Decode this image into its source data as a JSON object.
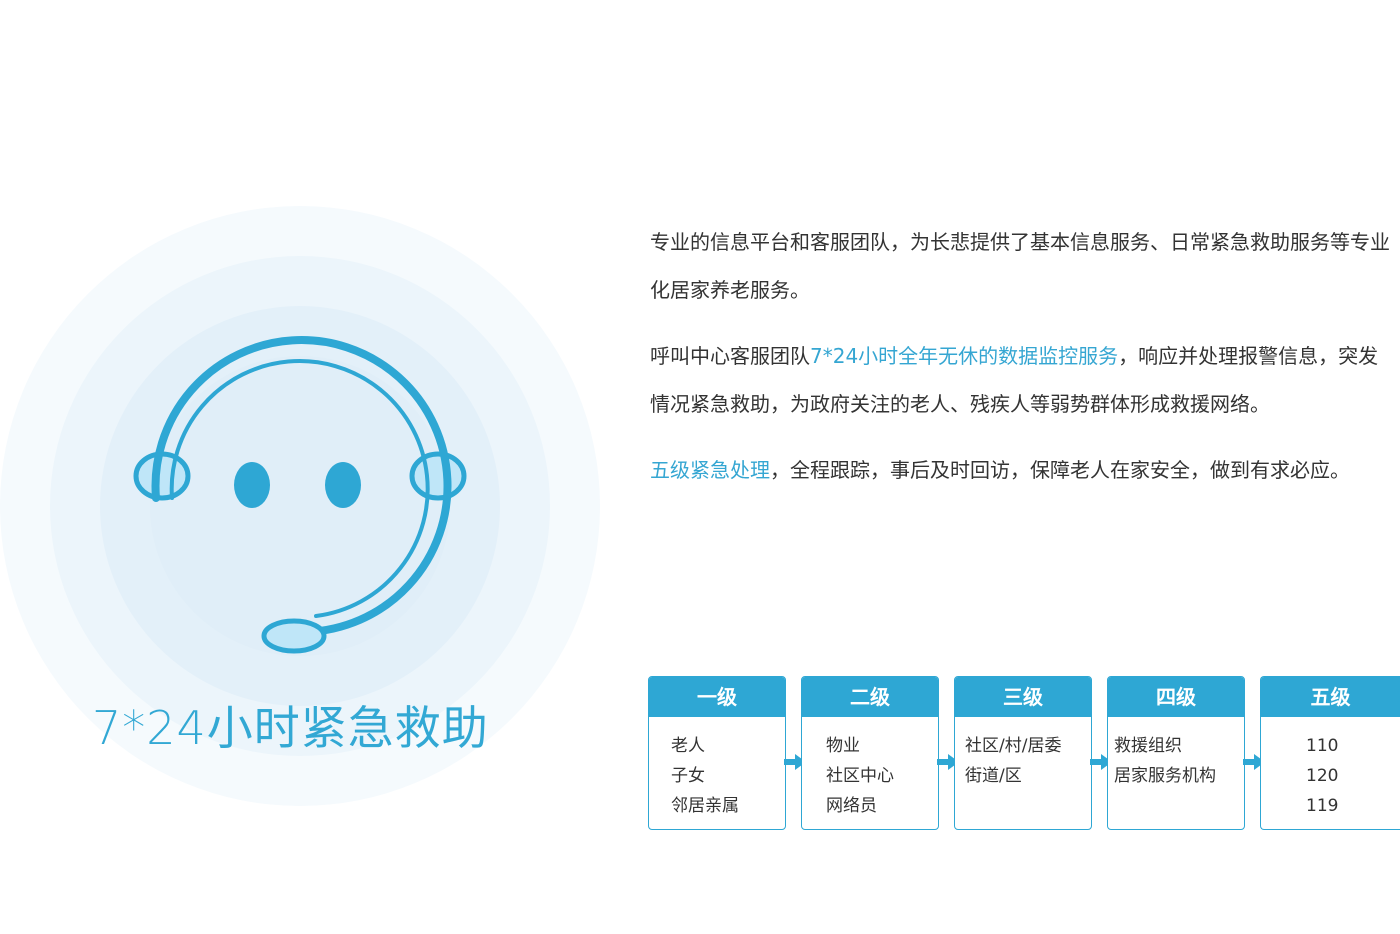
{
  "hero": {
    "title": "7*24小时紧急救助"
  },
  "paragraphs": [
    {
      "before": "专业的信息平台和客服团队，为长悲提供了基本信息服务、日常紧急救助服务等专业化居家养老服务。",
      "highlight": "",
      "after": ""
    },
    {
      "before": "呼叫中心客服团队",
      "highlight": "7*24小时全年无休的数据监控服务",
      "after": "，响应并处理报警信息，突发情况紧急救助，为政府关注的老人、残疾人等弱势群体形成救援网络。"
    },
    {
      "before": "",
      "highlight": "五级紧急处理",
      "after": "，全程跟踪，事后及时回访，保障老人在家安全，做到有求必应。"
    }
  ],
  "levels": [
    {
      "label": "一级",
      "items": [
        "老人",
        "子女",
        "邻居亲属"
      ]
    },
    {
      "label": "二级",
      "items": [
        "物业",
        "社区中心",
        "网络员"
      ]
    },
    {
      "label": "三级",
      "items": [
        "社区/村/居委",
        "街道/区"
      ]
    },
    {
      "label": "四级",
      "items": [
        "救援组织",
        "居家服务机构"
      ]
    },
    {
      "label": "五级",
      "items": [
        "110",
        "120",
        "119"
      ]
    }
  ],
  "colors": {
    "accent": "#2ea7d4",
    "text": "#333333",
    "icon_light": "#bfe6f8"
  },
  "icons": [
    "headset-icon",
    "arrow-right-icon"
  ]
}
